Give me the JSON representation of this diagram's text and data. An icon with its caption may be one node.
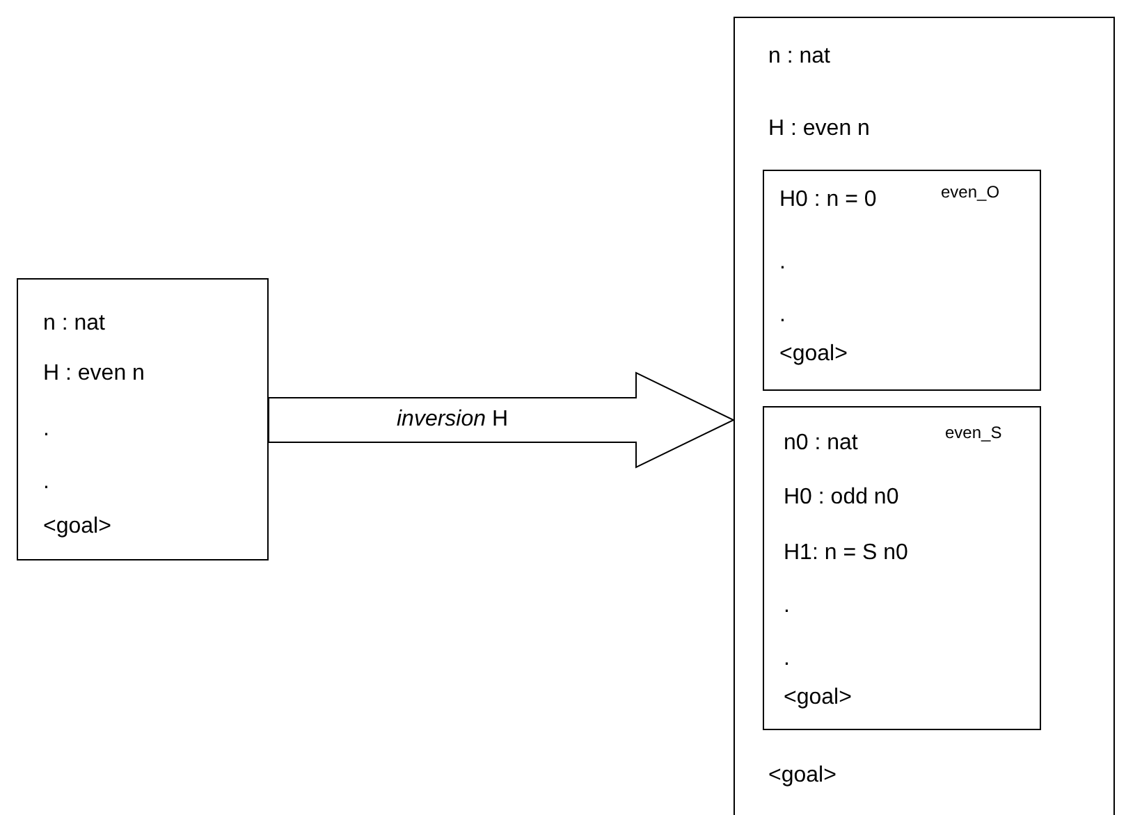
{
  "diagram": {
    "nodes": [
      {
        "text": [
          "n : nat",
          "H : even n",
          ".",
          ".",
          "<goal>"
        ]
      },
      {
        "text": [
          "n : nat",
          "H : even n",
          "<goal>"
        ]
      },
      {
        "text": [
          "H0 : n = 0",
          "even_O",
          ".",
          ".",
          "<goal>"
        ],
        "in": 1
      },
      {
        "text": [
          "n0 : nat",
          "even_S",
          "H0 : odd n0",
          "H1: n = S n0",
          ".",
          ".",
          "<goal>"
        ],
        "in": 1
      }
    ],
    "edges": [
      {
        "from": 0,
        "to": 1,
        "arrow": "to",
        "label": "*inversion* H"
      }
    ]
  }
}
